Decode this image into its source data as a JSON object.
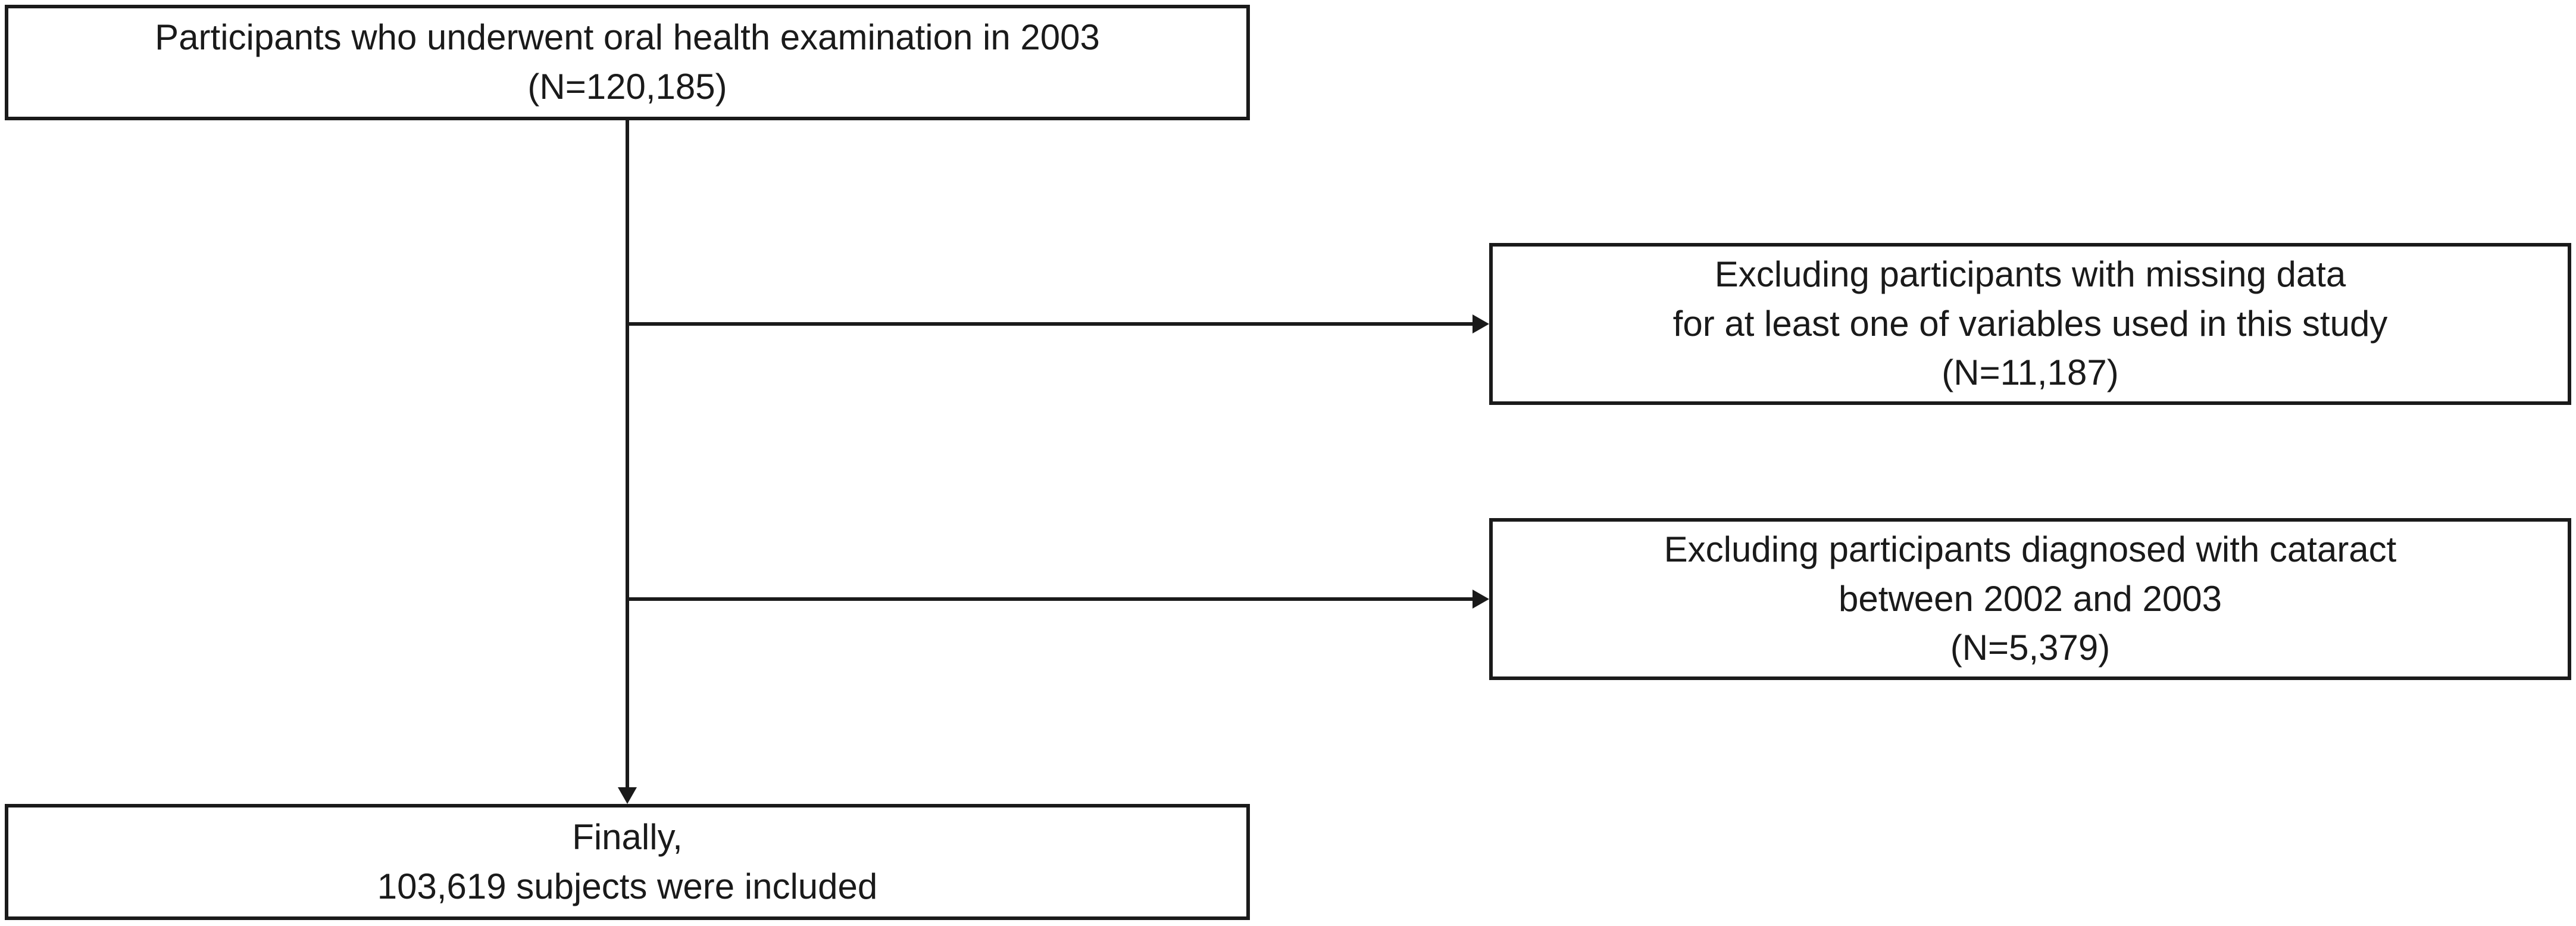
{
  "flowchart": {
    "start": {
      "lines": [
        "Participants who underwent oral health examination in 2003",
        "(N=120,185)"
      ]
    },
    "exclusions": [
      {
        "lines": [
          "Excluding participants with missing data",
          "for at least one of variables used in this study",
          "(N=11,187)"
        ]
      },
      {
        "lines": [
          "Excluding participants diagnosed with cataract",
          "between 2002 and 2003",
          "(N=5,379)"
        ]
      }
    ],
    "final": {
      "lines": [
        "Finally,",
        "103,619 subjects were included"
      ]
    }
  },
  "colors": {
    "stroke": "#1a1a1a",
    "background": "#ffffff"
  }
}
